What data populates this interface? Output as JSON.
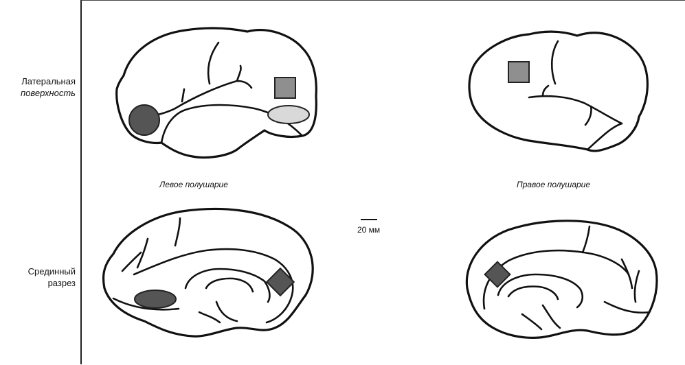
{
  "rows": {
    "lateral_line1": "Латеральная",
    "lateral_line2": "поверхность",
    "medial_line1": "Срединный",
    "medial_line2": "разрез"
  },
  "captions": {
    "left_hemisphere": "Левое полушарие",
    "right_hemisphere": "Правое полушарие"
  },
  "scale_bar": {
    "label": "20 мм"
  },
  "colors": {
    "dark_region": "#555555",
    "medium_region": "#8f8f8f",
    "light_region": "#d9d9d9",
    "outline": "#111111"
  }
}
